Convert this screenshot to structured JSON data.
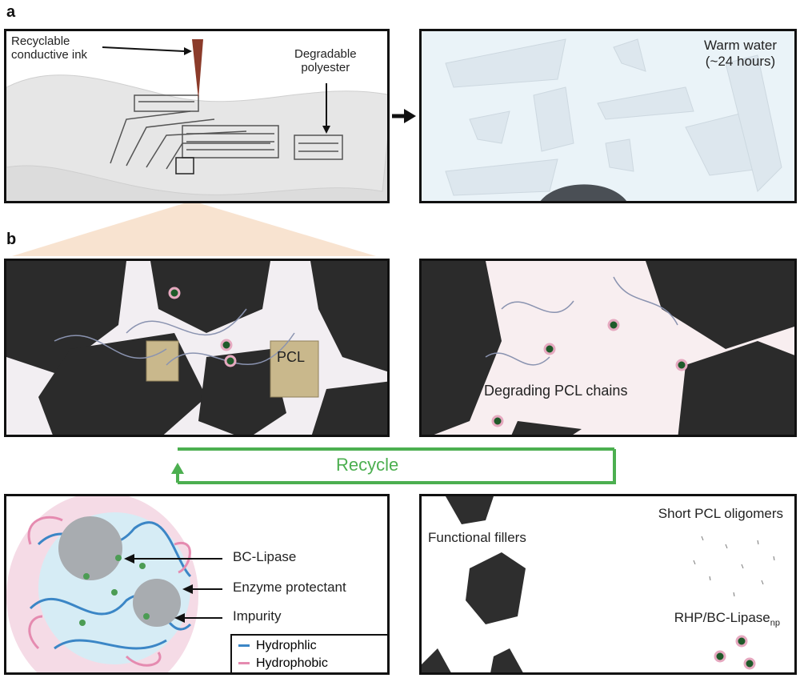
{
  "panel_labels": {
    "a": "a",
    "b": "b"
  },
  "panel_a_left": {
    "ink": "Recyclable\nconductive ink",
    "polyester": "Degradable\npolyester"
  },
  "panel_a_right": {
    "water": "Warm water\n(~24 hours)"
  },
  "panel_b_left": {
    "pcl": "PCL"
  },
  "panel_b_right": {
    "chains": "Degrading PCL chains"
  },
  "recycle": {
    "label": "Recycle",
    "color": "#4caf50"
  },
  "panel_c_left": {
    "bc_lipase": "BC-Lipase",
    "protectant": "Enzyme protectant",
    "impurity": "Impurity",
    "legend": [
      {
        "label": "Hydrophlic",
        "color": "#3b86c6"
      },
      {
        "label": "Hydrophobic",
        "color": "#e58bb0"
      }
    ]
  },
  "panel_c_right": {
    "fillers": "Functional fillers",
    "oligomers": "Short PCL oligomers",
    "rhp_main": "RHP/BC-Lipase",
    "rhp_sub": "np"
  }
}
